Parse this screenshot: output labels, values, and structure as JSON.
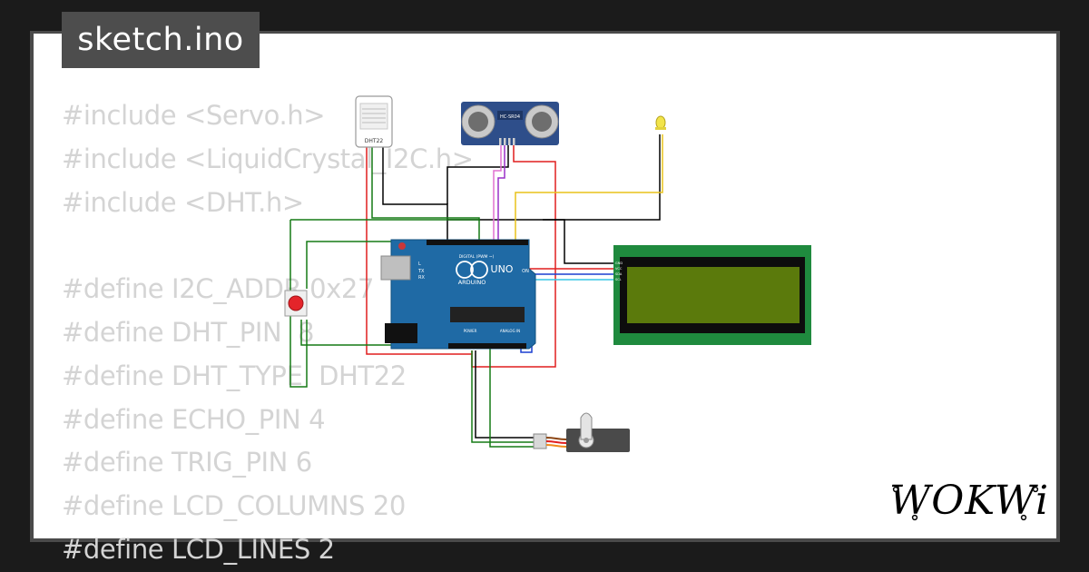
{
  "tab": {
    "filename": "sketch.ino"
  },
  "code": {
    "lines": [
      "#include <Servo.h>",
      "#include <LiquidCrystal_I2C.h>",
      "#include <DHT.h>",
      "",
      "#define I2C_ADDR 0x27",
      "#define DHT_PIN  8",
      "#define DHT_TYPE  DHT22",
      "#define ECHO_PIN 4",
      "#define TRIG_PIN 6",
      "#define LCD_COLUMNS 20",
      "#define LCD_LINES 2"
    ]
  },
  "parts": {
    "dht_label": "DHT22",
    "ultrasonic_label": "HC-SR04",
    "arduino_brand": "ARDUINO",
    "arduino_model": "UNO",
    "arduino_digital": "DIGITAL (PWM ~)",
    "arduino_analog": "ANALOG IN",
    "arduino_power": "POWER",
    "arduino_on": "ON",
    "arduino_tx": "TX",
    "arduino_rx": "RX",
    "arduino_l": "L",
    "lcd_pins": [
      "GND",
      "VCC",
      "SDA",
      "SCL"
    ]
  },
  "logo": {
    "text": "WOKWi"
  },
  "colors": {
    "background": "#1b1b1b",
    "tab": "#4d4d4d",
    "code_text": "#d4d4d4",
    "arduino": "#1f6aa5",
    "lcd_board": "#1f8a3e",
    "lcd_screen": "#5b7a0c",
    "wire_red": "#e01e1e",
    "wire_black": "#000000",
    "wire_green": "#157a15",
    "wire_yellow": "#e8c21a",
    "wire_purple": "#9b30c8",
    "wire_pink": "#e070d0",
    "wire_blue": "#1a3fd0",
    "wire_cyan": "#36c6e6",
    "button": "#e4242a",
    "led": "#f2e44a"
  }
}
